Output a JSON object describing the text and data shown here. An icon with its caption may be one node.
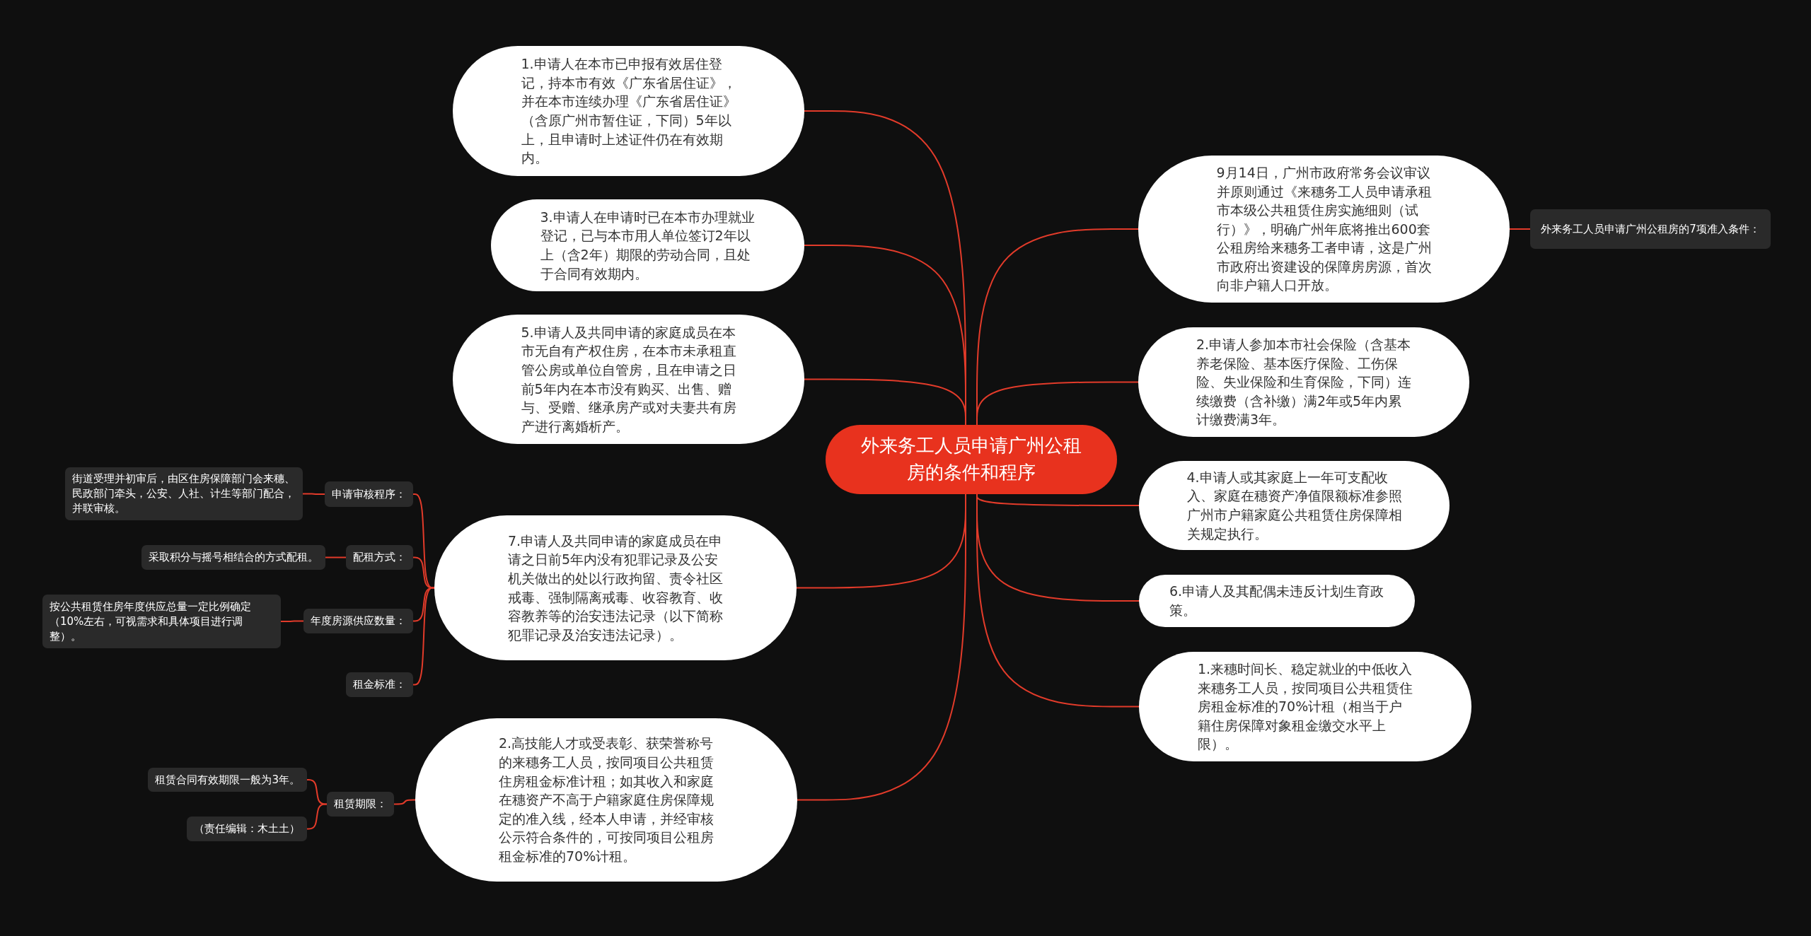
{
  "diagram": {
    "nodes": [
      {
        "text": [
          "外来务工人员申请广州公租房的条件和程序"
        ]
      },
      {
        "text": [
          "1.申请人在本市已申报有效居住登记，持本市有效《广东省居住证》，并在本市连续办理《广东省居住证》（含原广州市暂住证，下同）5年以上，且申请时上述证件仍在有效期内。"
        ]
      },
      {
        "text": [
          "3.申请人在申请时已在本市办理就业登记，已与本市用人单位签订2年以上（含2年）期限的劳动合同，且处于合同有效期内。"
        ]
      },
      {
        "text": [
          "5.申请人及共同申请的家庭成员在本市无自有产权住房，在本市未承租直管公房或单位自管房，且在申请之日前5年内在本市没有购买、出售、赠与、受赠、继承房产或对夫妻共有房产进行离婚析产。"
        ]
      },
      {
        "text": [
          "7.申请人及共同申请的家庭成员在申请之日前5年内没有犯罪记录及公安机关做出的处以行政拘留、责令社区戒毒、强制隔离戒毒、收容教育、收容教养等的治安违法记录（以下简称犯罪记录及治安违法记录）。"
        ]
      },
      {
        "text": [
          "2.高技能人才或受表彰、获荣誉称号的来穗务工人员，按同项目公共租赁住房租金标准计租；如其收入和家庭在穗资产不高于户籍家庭住房保障规定的准入线，经本人申请，并经审核公示符合条件的，可按同项目公租房租金标准的70%计租。"
        ]
      },
      {
        "text": [
          "9月14日，广州市政府常务会议审议并原则通过《来穗务工人员申请承租市本级公共租赁住房实施细则（试行）》，明确广州年底将推出600套公租房给来穗务工者申请，这是广州市政府出资建设的保障房房源，首次向非户籍人口开放。"
        ]
      },
      {
        "text": [
          "外来务工人员申请广州公租房的7项准入条件："
        ]
      },
      {
        "text": [
          "2.申请人参加本市社会保险（含基本养老保险、基本医疗保险、工伤保险、失业保险和生育保险，下同）连续缴费（含补缴）满2年或5年内累计缴费满3年。"
        ]
      },
      {
        "text": [
          "4.申请人或其家庭上一年可支配收入、家庭在穗资产净值限额标准参照广州市户籍家庭公共租赁住房保障相关规定执行。"
        ]
      },
      {
        "text": [
          "6.申请人及其配偶未违反计划生育政策。"
        ]
      },
      {
        "text": [
          "1.来穗时间长、稳定就业的中低收入来穗务工人员，按同项目公共租赁住房租金标准的70%计租（相当于户籍住房保障对象租金缴交水平上限）。"
        ]
      },
      {
        "text": [
          "申请审核程序："
        ]
      },
      {
        "text": [
          "街道受理并初审后，由区住房保障部门会来穗、民政部门牵头，公安、人社、计生等部门配合，并联审核。"
        ]
      },
      {
        "text": [
          "配租方式："
        ]
      },
      {
        "text": [
          "采取积分与摇号相结合的方式配租。"
        ]
      },
      {
        "text": [
          "年度房源供应数量："
        ]
      },
      {
        "text": [
          "按公共租赁住房年度供应总量一定比例确定（10%左右，可视需求和具体项目进行调整）。"
        ]
      },
      {
        "text": [
          "租金标准："
        ]
      },
      {
        "text": [
          "租赁期限："
        ]
      },
      {
        "text": [
          "租赁合同有效期限一般为3年。"
        ]
      },
      {
        "text": [
          "（责任编辑：木土土）"
        ]
      }
    ],
    "edges": [
      {
        "from": 0,
        "to": 1,
        "arrow": "none"
      },
      {
        "from": 0,
        "to": 2,
        "arrow": "none"
      },
      {
        "from": 0,
        "to": 3,
        "arrow": "none"
      },
      {
        "from": 0,
        "to": 4,
        "arrow": "none"
      },
      {
        "from": 0,
        "to": 5,
        "arrow": "none"
      },
      {
        "from": 0,
        "to": 6,
        "arrow": "none"
      },
      {
        "from": 0,
        "to": 8,
        "arrow": "none"
      },
      {
        "from": 0,
        "to": 9,
        "arrow": "none"
      },
      {
        "from": 0,
        "to": 10,
        "arrow": "none"
      },
      {
        "from": 0,
        "to": 11,
        "arrow": "none"
      },
      {
        "from": 6,
        "to": 7,
        "arrow": "none"
      },
      {
        "from": 4,
        "to": 12,
        "arrow": "none"
      },
      {
        "from": 4,
        "to": 14,
        "arrow": "none"
      },
      {
        "from": 4,
        "to": 16,
        "arrow": "none"
      },
      {
        "from": 4,
        "to": 18,
        "arrow": "none"
      },
      {
        "from": 12,
        "to": 13,
        "arrow": "none"
      },
      {
        "from": 14,
        "to": 15,
        "arrow": "none"
      },
      {
        "from": 16,
        "to": 17,
        "arrow": "none"
      },
      {
        "from": 5,
        "to": 19,
        "arrow": "none"
      },
      {
        "from": 19,
        "to": 20,
        "arrow": "none"
      },
      {
        "from": 19,
        "to": 21,
        "arrow": "none"
      }
    ]
  }
}
